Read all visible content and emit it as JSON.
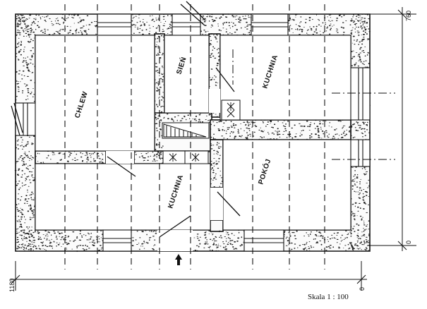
{
  "rooms": {
    "chlew": "CHLEW",
    "sien": "SIEŃ",
    "kuchnia_top": "KUCHNIA",
    "kuchnia_bottom": "KUCHNIA",
    "pokoj": "POKÓJ"
  },
  "dimensions": {
    "height_top": "760",
    "height_bottom": "0",
    "width_left": "1180",
    "width_right": "0"
  },
  "scale": "Skala 1 : 100"
}
